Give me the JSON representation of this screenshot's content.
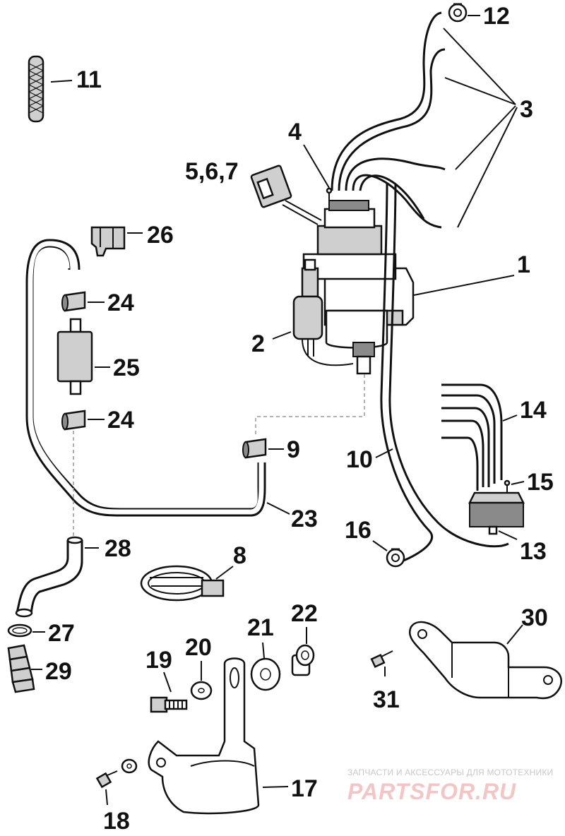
{
  "callouts": {
    "c1": "1",
    "c2": "2",
    "c3": "3",
    "c4": "4",
    "c5_6_7": "5,6,7",
    "c8": "8",
    "c9": "9",
    "c10": "10",
    "c11": "11",
    "c12": "12",
    "c13": "13",
    "c14": "14",
    "c15": "15",
    "c16": "16",
    "c17": "17",
    "c18": "18",
    "c19": "19",
    "c20": "20",
    "c21": "21",
    "c22": "22",
    "c23": "23",
    "c24a": "24",
    "c24b": "24",
    "c25": "25",
    "c26": "26",
    "c27": "27",
    "c28": "28",
    "c29": "29",
    "c30": "30",
    "c31": "31"
  },
  "watermark": {
    "tagline": "ЗАПЧАСТИ И АКСЕССУАРЫ ДЛЯ МОТОТЕХНИКИ",
    "brand": "PARTSFOR.RU"
  },
  "colors": {
    "line": "#111111",
    "part_fill": "#cfcfcf",
    "watermark_red": "#f3c6c6"
  }
}
